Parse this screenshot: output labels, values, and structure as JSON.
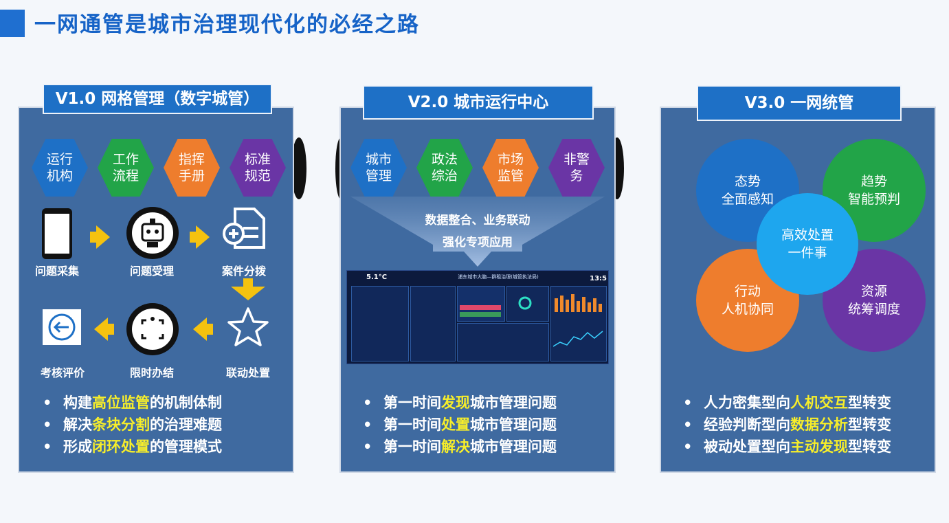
{
  "header": {
    "title": "一网通管是城市治理现代化的必经之路"
  },
  "v1": {
    "title": "V1.0 网格管理（数字城管）",
    "hexes": [
      {
        "line1": "运行",
        "line2": "机构",
        "color": "#1e70c6"
      },
      {
        "line1": "工作",
        "line2": "流程",
        "color": "#22a448"
      },
      {
        "line1": "指挥",
        "line2": "手册",
        "color": "#ee7d2d"
      },
      {
        "line1": "标准",
        "line2": "规范",
        "color": "#6a35a5"
      }
    ],
    "steps": [
      "问题采集",
      "问题受理",
      "案件分拨",
      "考核评价",
      "限时办结",
      "联动处置"
    ],
    "bullets": [
      {
        "a": "构建",
        "h": "高位监管",
        "b": "的机制体制"
      },
      {
        "a": "解决",
        "h": "条块分割",
        "b": "的治理难题"
      },
      {
        "a": "形成",
        "h": "闭环处置",
        "b": "的管理模式"
      }
    ]
  },
  "v2": {
    "title": "V2.0 城市运行中心",
    "hexes": [
      {
        "line1": "城市",
        "line2": "管理",
        "color": "#1e70c6"
      },
      {
        "line1": "政法",
        "line2": "综治",
        "color": "#22a448"
      },
      {
        "line1": "市场",
        "line2": "监管",
        "color": "#ee7d2d"
      },
      {
        "line1": "非警",
        "line2": "务",
        "color": "#6a35a5"
      }
    ],
    "funnel_line1": "数据整合、业务联动",
    "funnel_line2": "强化专项应用",
    "screen": {
      "temp": "5.1°C",
      "headline": "浦东城市大脑—群租治理(城管执法局)",
      "time": "13:5"
    },
    "bullets": [
      {
        "a": "第一时间",
        "h": "发现",
        "b": "城市管理问题"
      },
      {
        "a": "第一时间",
        "h": "处置",
        "b": "城市管理问题"
      },
      {
        "a": "第一时间",
        "h": "解决",
        "b": "城市管理问题"
      }
    ]
  },
  "v3": {
    "title": "V3.0 一网统管",
    "circles": [
      {
        "line1": "态势",
        "line2": "全面感知",
        "color": "#1e70c6"
      },
      {
        "line1": "趋势",
        "line2": "智能预判",
        "color": "#22a448"
      },
      {
        "line1": "行动",
        "line2": "人机协同",
        "color": "#ee7d2d"
      },
      {
        "line1": "资源",
        "line2": "统筹调度",
        "color": "#6a35a5"
      },
      {
        "line1": "高效处置",
        "line2": "一件事",
        "color": "#1ea6ee"
      }
    ],
    "bullets": [
      {
        "a": "人力密集型向",
        "h": "人机交互",
        "b": "型转变"
      },
      {
        "a": "经验判断型向",
        "h": "数据分析",
        "b": "型转变"
      },
      {
        "a": "被动处置型向",
        "h": "主动发现",
        "b": "型转变"
      }
    ]
  }
}
